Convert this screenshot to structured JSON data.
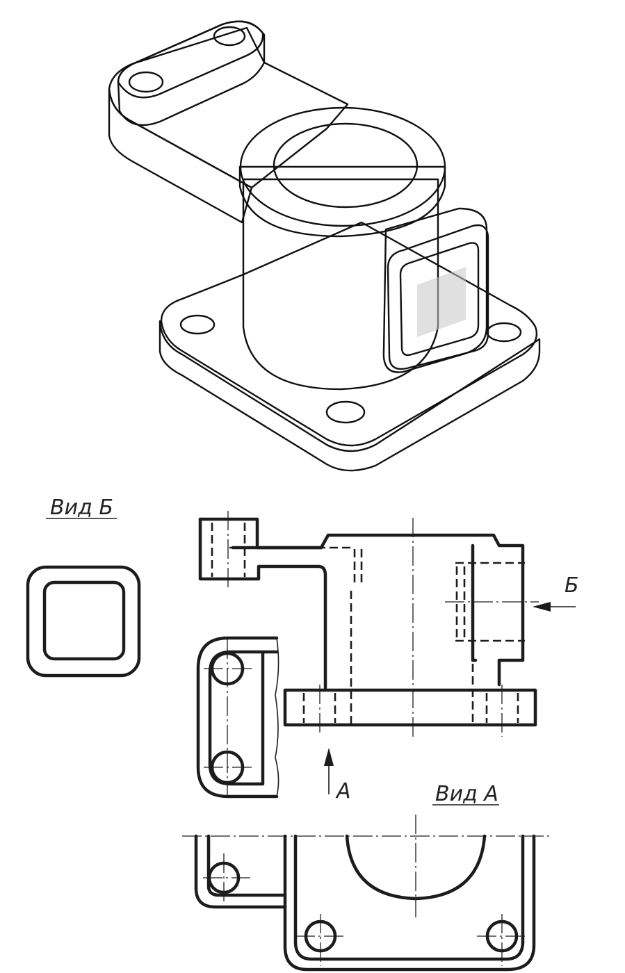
{
  "labels": {
    "view_b": "Вид Б",
    "view_a": "Вид А",
    "arrow_a": "А",
    "arrow_b": "Б"
  },
  "colors": {
    "ink": "#1c1c1c",
    "paper": "#ffffff"
  }
}
